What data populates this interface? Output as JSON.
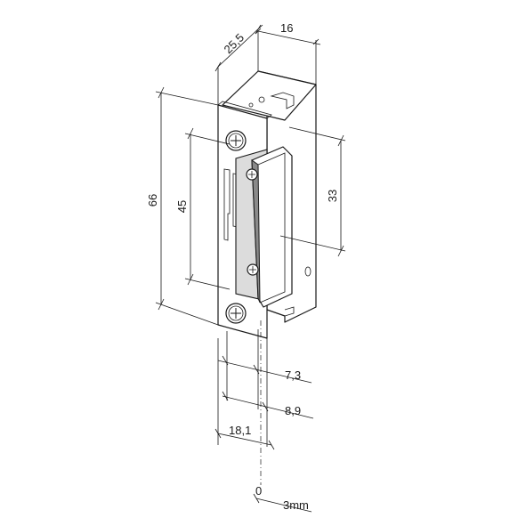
{
  "dimensions": {
    "height_total": "66",
    "height_faceplate": "45",
    "height_latch": "33",
    "depth": "25,5",
    "width_top": "16",
    "offset_a": "7,3",
    "offset_b": "8,9",
    "width_base": "18,1",
    "adjust_start": "0",
    "adjust_end": "3mm"
  },
  "colors": {
    "line": "#1a1a1a",
    "background": "#ffffff",
    "shade": "#dcdcdc"
  }
}
